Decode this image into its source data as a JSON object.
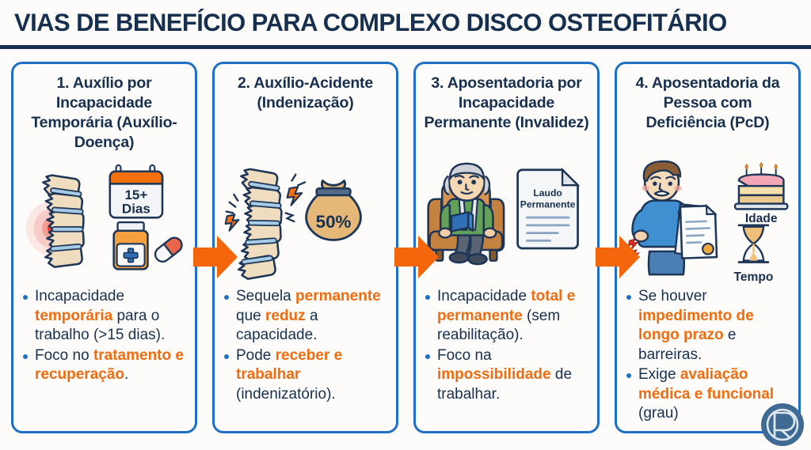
{
  "header": {
    "title": "VIAS DE BENEFÍCIO PARA COMPLEXO DISCO OSTEOFITÁRIO"
  },
  "colors": {
    "navy": "#17304f",
    "blue": "#1f6fc4",
    "orange": "#ef6c10",
    "arrow_orange": "#f4660c",
    "background": "#fdfcfa"
  },
  "cards": [
    {
      "id": "card-auxilio-incapacidade-temporaria",
      "title": "1. Auxílio por Incapacidade Temporária (Auxílio-Doença)",
      "art": {
        "name": "spine-pain-calendar-medication",
        "calendar_line1": "15+",
        "calendar_line2": "Dias"
      },
      "bullets": [
        [
          {
            "t": "Incapacidade ",
            "h": false
          },
          {
            "t": "temporária",
            "h": true
          },
          {
            "t": " para o trabalho (>15 dias).",
            "h": false
          }
        ],
        [
          {
            "t": "Foco no ",
            "h": false
          },
          {
            "t": "tratamento e recuperação",
            "h": true
          },
          {
            "t": ".",
            "h": false
          }
        ]
      ]
    },
    {
      "id": "card-auxilio-acidente",
      "title": "2. Auxílio-Acidente (Indenização)",
      "art": {
        "name": "spine-lightning-money-bag",
        "bag_label": "50%"
      },
      "bullets": [
        [
          {
            "t": "Sequela ",
            "h": false
          },
          {
            "t": "permanente",
            "h": true
          },
          {
            "t": " que ",
            "h": false
          },
          {
            "t": "reduz",
            "h": true
          },
          {
            "t": " a capacidade.",
            "h": false
          }
        ],
        [
          {
            "t": "Pode ",
            "h": false
          },
          {
            "t": "receber e trabalhar",
            "h": true
          },
          {
            "t": " (indenizatório).",
            "h": false
          }
        ]
      ]
    },
    {
      "id": "card-aposentadoria-incapacidade-permanente",
      "title": "3. Aposentadoria por Incapacidade Permanente (Invalidez)",
      "art": {
        "name": "elderly-man-armchair-permanent-report",
        "doc_line1": "Laudo",
        "doc_line2": "Permanente"
      },
      "bullets": [
        [
          {
            "t": "Incapacidade ",
            "h": false
          },
          {
            "t": "total e permanente",
            "h": true
          },
          {
            "t": " (sem reabilitação).",
            "h": false
          }
        ],
        [
          {
            "t": "Foco na ",
            "h": false
          },
          {
            "t": "impossibilidade",
            "h": true
          },
          {
            "t": " de trabalhar.",
            "h": false
          }
        ]
      ]
    },
    {
      "id": "card-aposentadoria-pcd",
      "title": "4. Aposentadoria da Pessoa com Deficiência (PcD)",
      "art": {
        "name": "man-back-pain-documents-cake-hourglass",
        "cake_label": "Idade",
        "hourglass_label": "Tempo"
      },
      "bullets": [
        [
          {
            "t": "Se houver ",
            "h": false
          },
          {
            "t": "impedimento de longo prazo",
            "h": true
          },
          {
            "t": " e barreiras.",
            "h": false
          }
        ],
        [
          {
            "t": "Exige ",
            "h": false
          },
          {
            "t": "avaliação médica e funcional",
            "h": true
          },
          {
            "t": " (grau)",
            "h": false
          }
        ]
      ]
    }
  ],
  "arrows": [
    {
      "name": "flow-arrow-1-to-2"
    },
    {
      "name": "flow-arrow-2-to-3"
    },
    {
      "name": "flow-arrow-3-to-4"
    }
  ],
  "logo": {
    "name": "brand-logo-monogram"
  }
}
